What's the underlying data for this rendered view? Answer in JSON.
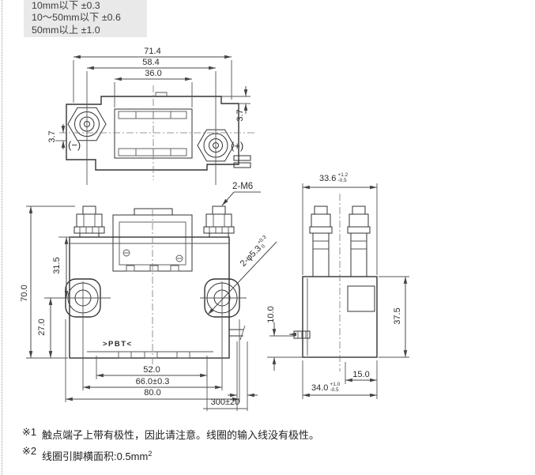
{
  "tolerance_table": {
    "rows": [
      "10mm以下 ±0.3",
      "10～50mm以下 ±0.6",
      "50mm以上 ±1.0"
    ]
  },
  "top_view": {
    "dim_width_outer": "71.4",
    "dim_width_mid": "58.4",
    "dim_width_inner": "36.0",
    "dim_offset_left": "3.7",
    "dim_offset_right": "3.7",
    "terminal_negative": "(−)",
    "terminal_positive": "(+)"
  },
  "front_view": {
    "dim_height_total": "70.0",
    "dim_height_upper": "31.5",
    "dim_height_lower": "27.0",
    "label_terminal_thread": "2-M6",
    "label_mount_hole": "2-φ5.3",
    "mount_hole_tol_upper": "+0.3",
    "mount_hole_tol_lower": "0",
    "label_material": ">PBT<",
    "dim_width_inner": "52.0",
    "dim_width_holes": "66.0±0.3",
    "dim_width_outer": "80.0",
    "dim_lead_length": "300±20"
  },
  "side_view": {
    "dim_width_top": "33.6",
    "dim_width_top_tol_upper": "+1.2",
    "dim_width_top_tol_lower": "-0.5",
    "dim_height_body": "37.5",
    "dim_lead_height": "10.0",
    "dim_depth_inner": "15.0",
    "dim_width_bottom": "34.0",
    "dim_width_bottom_tol_upper": "+1.0",
    "dim_width_bottom_tol_lower": "-0.5"
  },
  "notes": {
    "note1_ref": "※1",
    "note1_text": "触点端子上带有极性，因此请注意。线圈的输入线没有极性。",
    "note2_ref": "※2",
    "note2_text": "线圈引脚横面积:0.5mm",
    "note2_sup": "2"
  }
}
